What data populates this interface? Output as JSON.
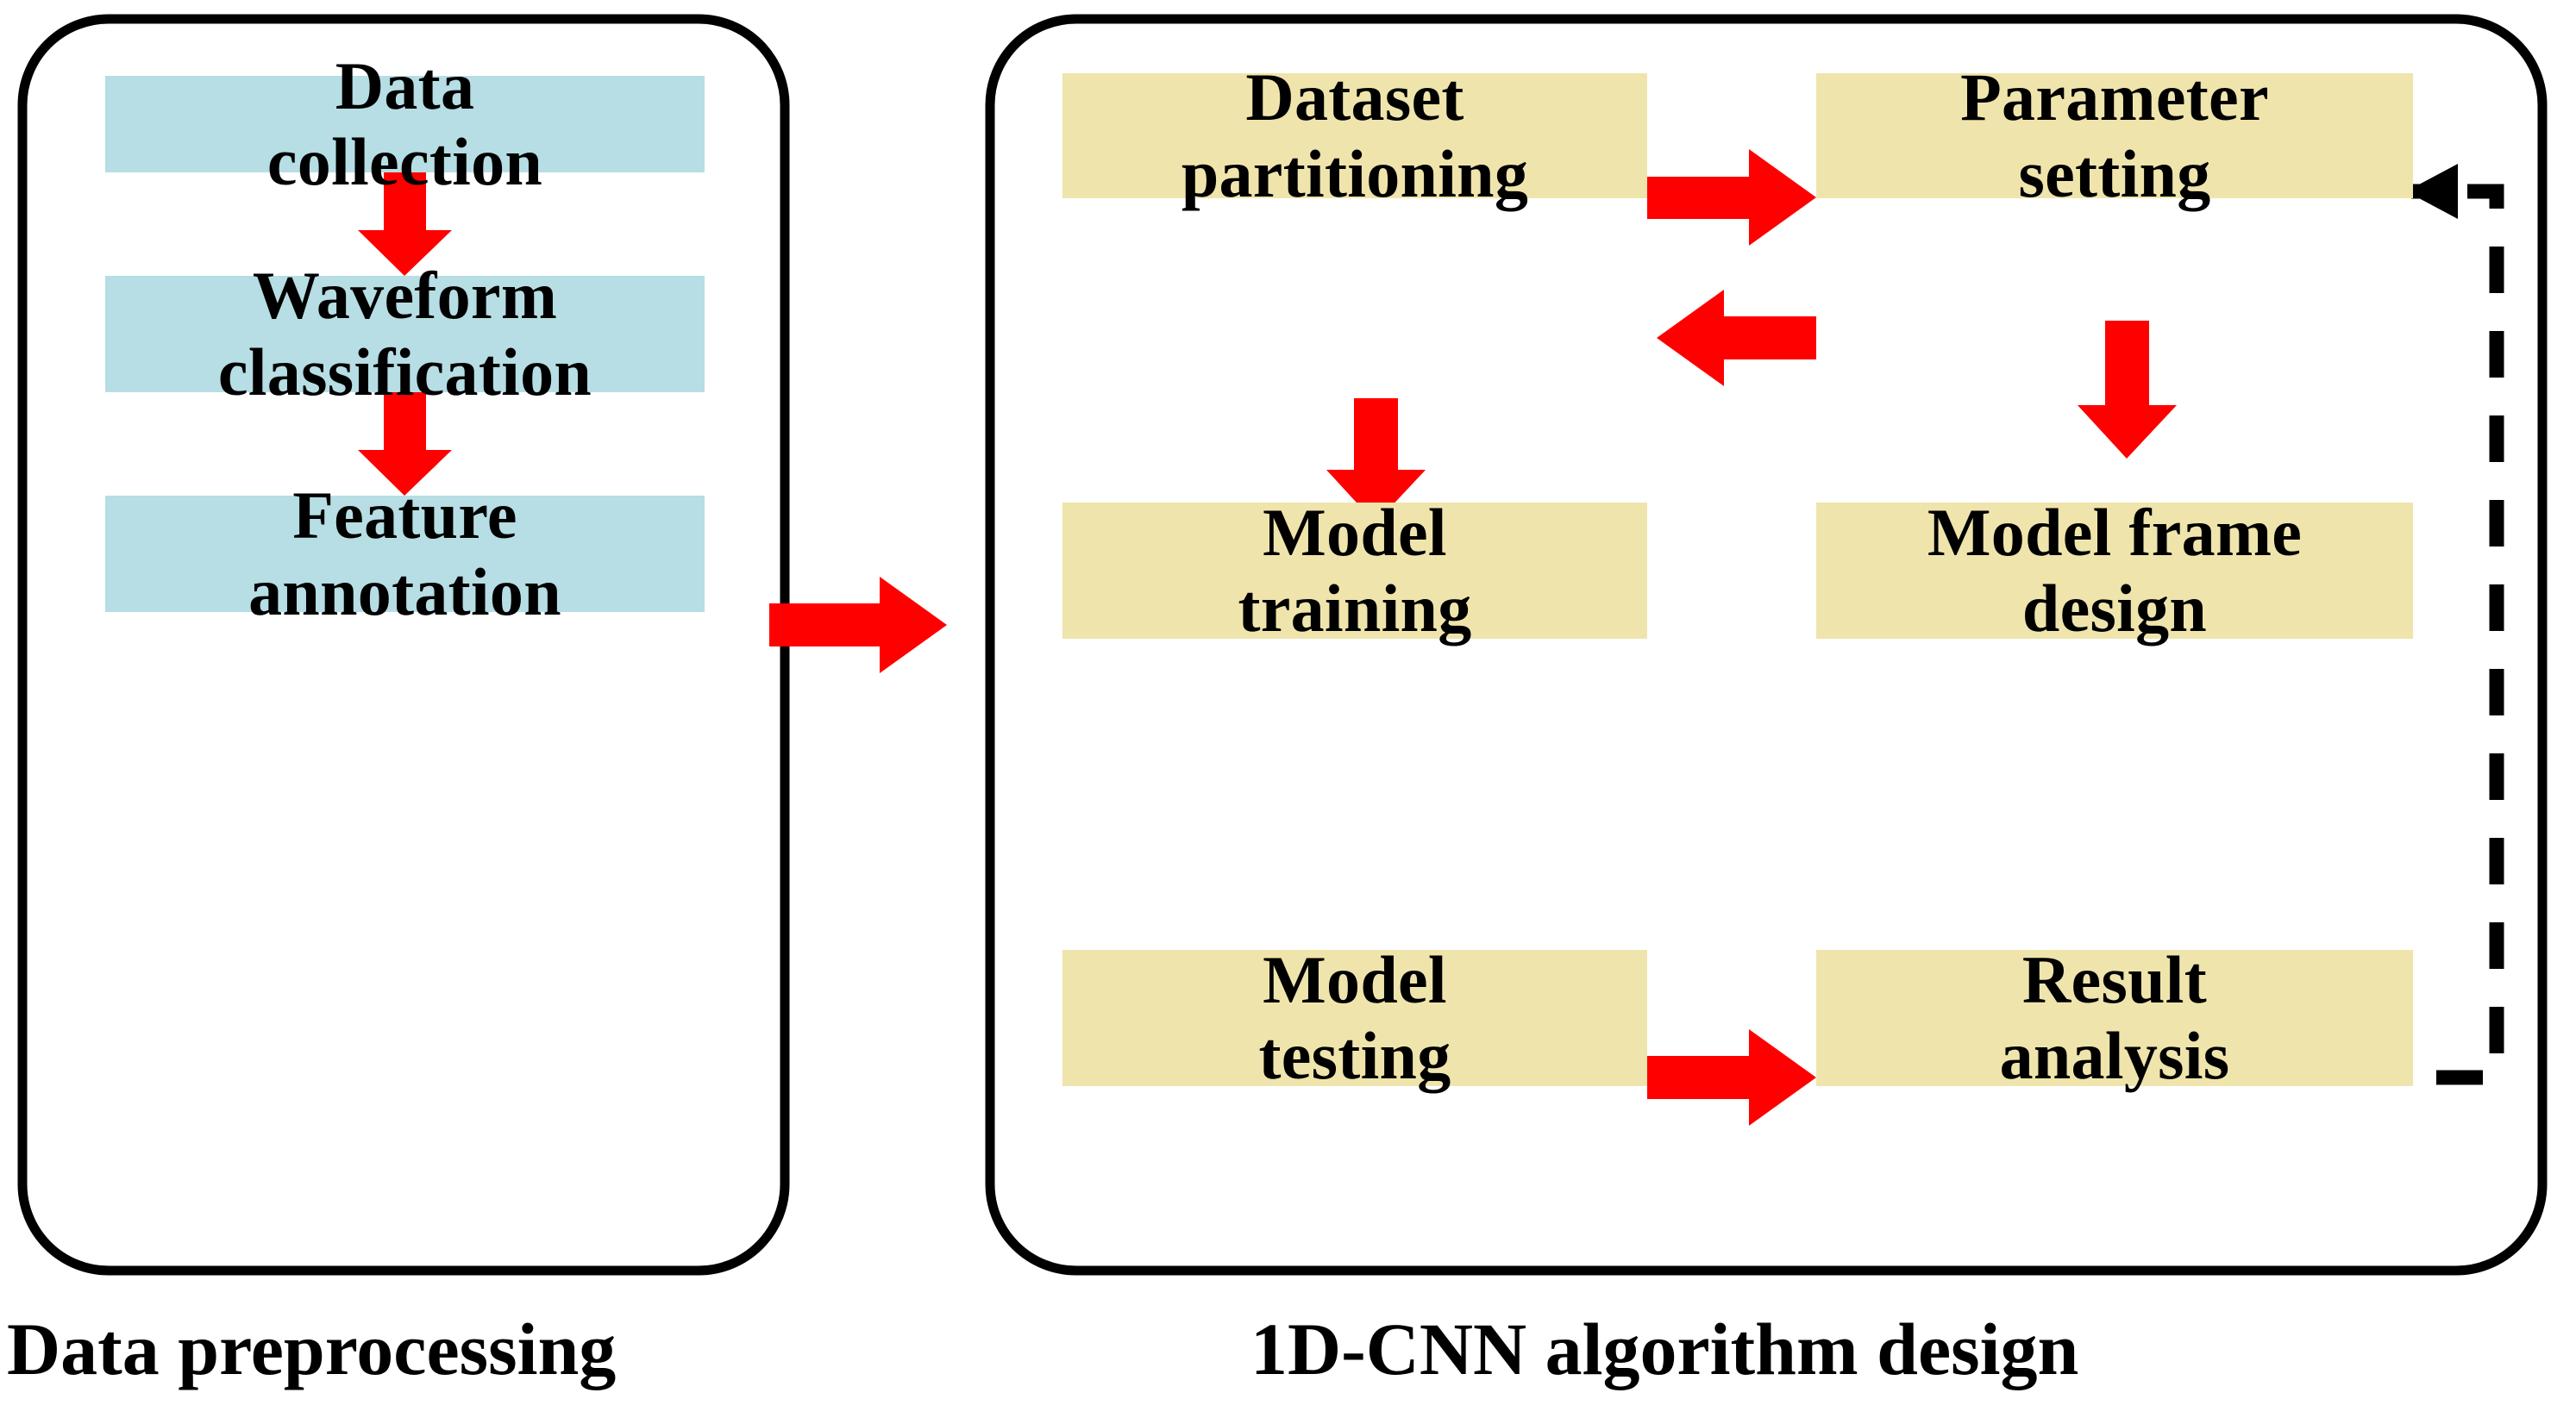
{
  "diagram": {
    "type": "flowchart",
    "title": "",
    "colors": {
      "preprocess_box_fill": "#B6DEE4",
      "algorithm_box_fill": "#EFE5AC",
      "arrow_red": "#FF0000",
      "outline_black": "#000000",
      "background": "#FFFFFF",
      "text": "#000000"
    },
    "panels": [
      {
        "id": "data-preprocessing",
        "caption": "Data preprocessing",
        "nodes": [
          {
            "id": "data-collection",
            "label": "Data\ncollection"
          },
          {
            "id": "waveform-classification",
            "label": "Waveform\nclassification"
          },
          {
            "id": "feature-annotation",
            "label": "Feature\nannotation"
          }
        ]
      },
      {
        "id": "algorithm-design",
        "caption": "1D-CNN algorithm design",
        "nodes": [
          {
            "id": "dataset-partitioning",
            "label": "Dataset\npartitioning"
          },
          {
            "id": "parameter-setting",
            "label": "Parameter\nsetting"
          },
          {
            "id": "model-training",
            "label": "Model\ntraining"
          },
          {
            "id": "model-frame-design",
            "label": "Model frame\ndesign"
          },
          {
            "id": "model-testing",
            "label": "Model\ntesting"
          },
          {
            "id": "result-analysis",
            "label": "Result\nanalysis"
          }
        ]
      }
    ],
    "edges": [
      {
        "id": "e1",
        "from": "data-collection",
        "to": "waveform-classification",
        "style": "solid-red",
        "direction": "down"
      },
      {
        "id": "e2",
        "from": "waveform-classification",
        "to": "feature-annotation",
        "style": "solid-red",
        "direction": "down"
      },
      {
        "id": "e3",
        "from": "data-preprocessing",
        "to": "algorithm-design",
        "style": "solid-red",
        "direction": "right"
      },
      {
        "id": "e4",
        "from": "dataset-partitioning",
        "to": "parameter-setting",
        "style": "solid-red",
        "direction": "right"
      },
      {
        "id": "e5",
        "from": "parameter-setting",
        "to": "model-frame-design",
        "style": "solid-red",
        "direction": "down"
      },
      {
        "id": "e6",
        "from": "model-frame-design",
        "to": "model-training",
        "style": "solid-red",
        "direction": "left"
      },
      {
        "id": "e7",
        "from": "model-training",
        "to": "model-testing",
        "style": "solid-red",
        "direction": "down"
      },
      {
        "id": "e8",
        "from": "model-testing",
        "to": "result-analysis",
        "style": "solid-red",
        "direction": "right"
      },
      {
        "id": "e9",
        "from": "result-analysis",
        "to": "parameter-setting",
        "style": "dashed-black",
        "direction": "feedback-loop"
      }
    ]
  }
}
